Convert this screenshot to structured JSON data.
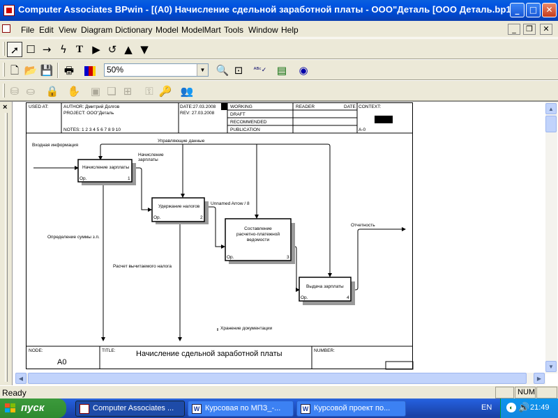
{
  "window": {
    "title": "Computer Associates BPwin - [(A0) Начисление сдельной заработной платы - ООО\"Деталь  [ООО Деталь.bp1]]",
    "minimize": "_",
    "maximize": "□",
    "close": "✕"
  },
  "menu": {
    "items": [
      "File",
      "Edit",
      "View",
      "Diagram",
      "Dictionary",
      "Model",
      "ModelMart",
      "Tools",
      "Window",
      "Help"
    ]
  },
  "toolbar": {
    "zoom": "50%"
  },
  "diagram": {
    "header": {
      "used_at": "USED AT:",
      "author": "AUTHOR: Дмитрий Долгов",
      "project": "PROJECT: ООО\"Деталь",
      "date": "DATE:27.03.2008",
      "rev": "REV: 27.03.2008",
      "notes": "NOTES: 1 2 3 4 5 6 7 8 9 10",
      "working": "WORKING",
      "draft": "DRAFT",
      "recommended": "RECOMMENDED",
      "publication": "PUBLICATION",
      "reader": "READER",
      "date_col": "DATE",
      "context": "CONTEXT:",
      "node_ref": "A-0"
    },
    "footer": {
      "node_label": "NODE:",
      "node": "A0",
      "title_label": "TITLE:",
      "title": "Начисление сдельной заработной платы",
      "number_label": "NUMBER:"
    },
    "boxes": [
      {
        "label": "Начисление зарплаты",
        "op": "Op.",
        "num": "1"
      },
      {
        "label": "Удержание налогов",
        "op": "Op.",
        "num": "2"
      },
      {
        "label": "Составление расчетно-платежной ведомости",
        "op": "Op.",
        "num": "3"
      },
      {
        "label": "Выдача зарплаты",
        "op": "Op.",
        "num": "4"
      }
    ],
    "arrows": {
      "input": "Входная информация",
      "control": "Управляющие данные",
      "accrual": "Начисление зарплаты",
      "unnamed": "Unnamed Arrow / 8",
      "output": "Отчетность",
      "definition": "Определение суммы з.п.",
      "calc": "Расчет вычитаемого налога",
      "storage": "Хранение документации"
    }
  },
  "status": {
    "text": "Ready",
    "num": "NUM"
  },
  "taskbar": {
    "start": "пуск",
    "tasks": [
      "Computer Associates ...",
      "Курсовая по МПЗ_-...",
      "Курсовой проект по..."
    ],
    "lang": "EN",
    "clock": "21:49"
  },
  "colors": {
    "titlebar": "#0053e1",
    "taskbar": "#245edb",
    "start": "#3c9a3c"
  }
}
